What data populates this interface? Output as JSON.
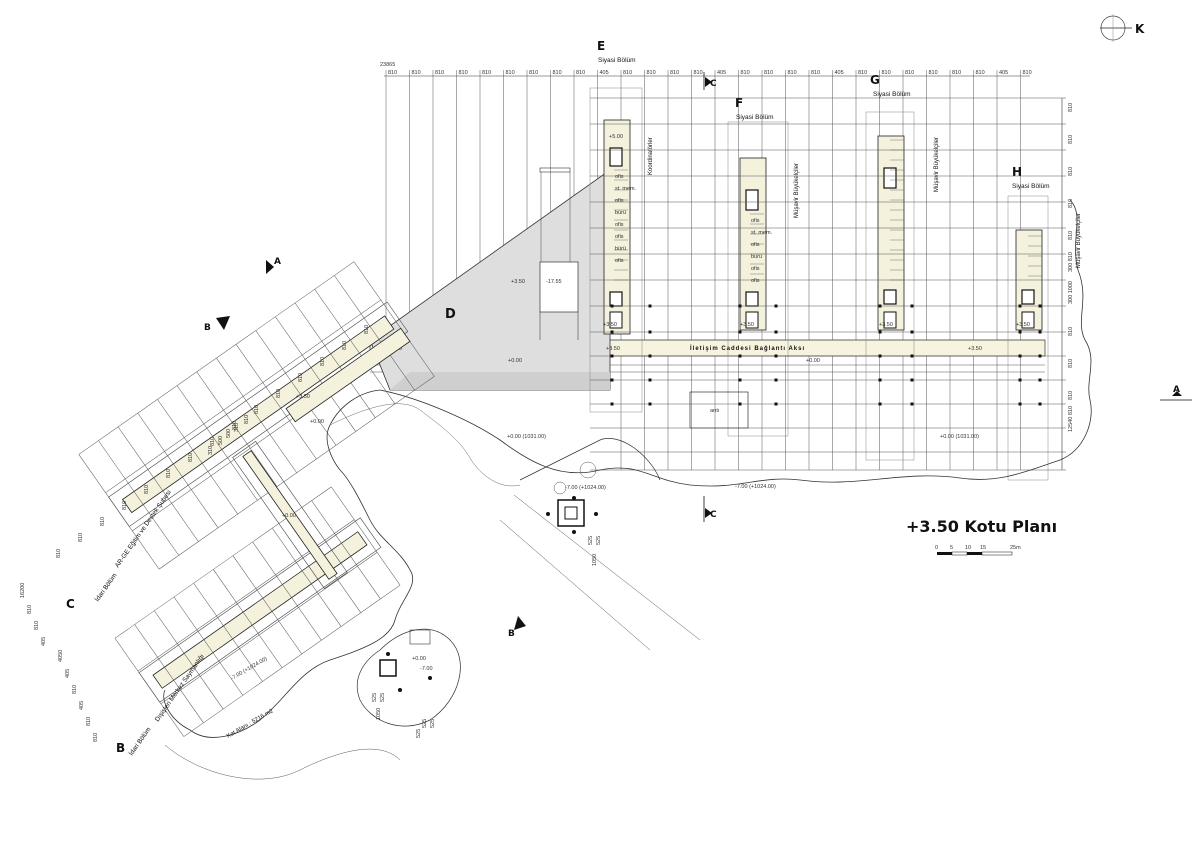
{
  "drawing": {
    "title": "+3.50 Kotu Planı",
    "north_label": "K",
    "scale_bar": {
      "ticks": [
        "0",
        "5",
        "10",
        "15",
        "25m"
      ]
    },
    "top_first_dim": "23865",
    "top_dim": "810",
    "top_half_dim": "405",
    "right_dims": [
      "810",
      "810",
      "810",
      "810",
      "810",
      "300 810",
      "300 1000",
      "810",
      "810",
      "810",
      "12540 810"
    ],
    "left_dims": [
      "16200",
      "810",
      "810",
      "405",
      "4050",
      "405",
      "810",
      "405",
      "810",
      "810"
    ],
    "diag_dim": "810",
    "diag_mid_dims": [
      "310",
      "500",
      "310",
      "810",
      "500"
    ],
    "section_markers": [
      {
        "id": "sec-a-left",
        "label": "A"
      },
      {
        "id": "sec-a-right",
        "label": "A"
      },
      {
        "id": "sec-b-upper",
        "label": "B"
      },
      {
        "id": "sec-b-lower",
        "label": "B"
      },
      {
        "id": "sec-c-top",
        "label": "C"
      },
      {
        "id": "sec-c-mid",
        "label": "C"
      }
    ],
    "block_letters": [
      "E",
      "F",
      "G",
      "H",
      "D",
      "C",
      "B"
    ],
    "block_labels": {
      "E": "Siyasi Bölüm",
      "F": "Siyasi Bölüm",
      "G": "Siyasi Bölüm",
      "H": "Siyasi Bölüm",
      "coord": "Koordinatörler",
      "mus1": "Müşavir Büyükelçiler",
      "mus2": "Müşavir Büyükelçiler",
      "mus3": "Müşavir Büyükelçiler",
      "arge": "AR-GE Eğitim ve Destek Şubesi",
      "idari1": "İdari Bölüm",
      "idari2": "İdari Bölüm",
      "disisleri": "Dışişleri Merkez Saymanlığı",
      "kat": "Kat Alanı : 5216 m2"
    },
    "axis_label": "İletişim Caddesi Bağlantı Aksı",
    "levels": [
      "+3.50",
      "+0.00",
      "+0.00",
      "+3.50",
      "+0.00",
      "+3.50",
      "+3.50",
      "+3.50",
      "+3.50",
      "+5.00",
      "-17.55",
      "+3.50",
      "+0.00 (1031.00)",
      "+0.00 (1031.00)",
      "-7.00 (+1024.00)",
      "-7.00 (+1024.00)",
      "-7.00 (+1024.00)",
      "+0.00",
      "-7.00"
    ],
    "room_tags": [
      "ofis",
      "st. mem.",
      "ofis",
      "bürü",
      "ofis",
      "ofis",
      "bürü",
      "ofis"
    ],
    "bottom_dims": [
      "525",
      "525",
      "1050",
      "525",
      "525",
      "1050",
      "525",
      "525",
      "525"
    ],
    "small_tags": [
      "arıtı"
    ]
  }
}
